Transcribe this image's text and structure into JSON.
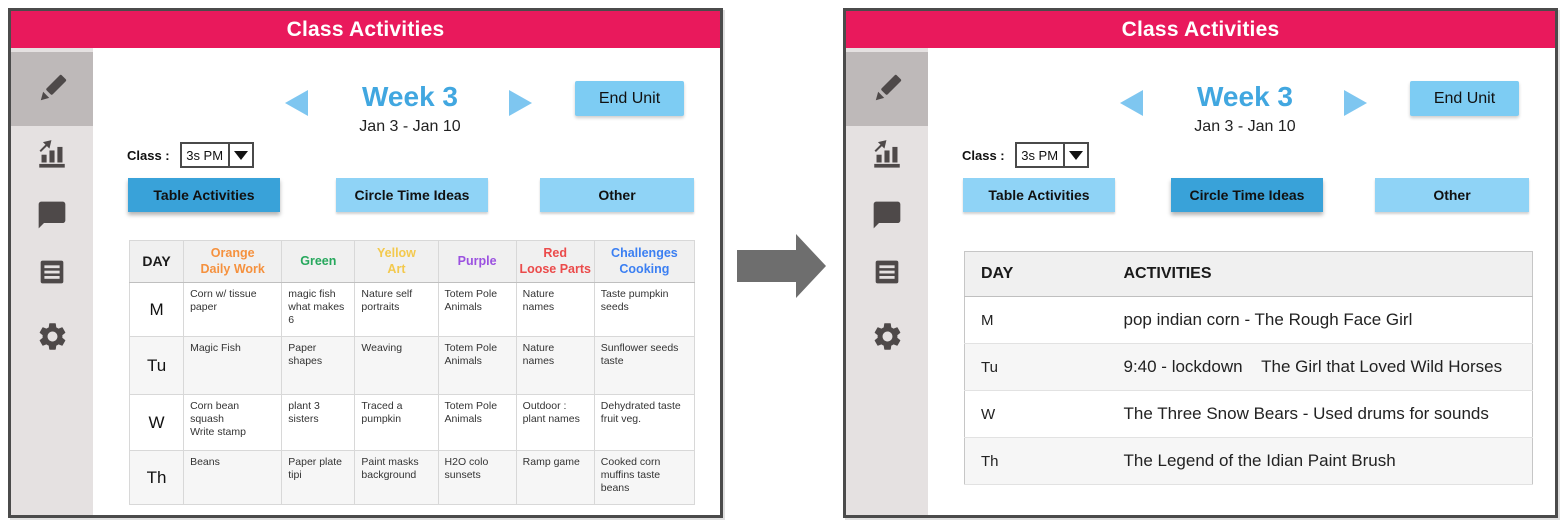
{
  "colors": {
    "titlebar_pink": "#E9195C",
    "week_blue": "#41A7E0",
    "nav_arrow_blue": "#7EC6F0",
    "button_light_blue": "#7DCCF3",
    "tab_unselected_blue": "#8FD3F6",
    "tab_selected_blue": "#39A2D9",
    "sidebar_gray": "#E5E1E1",
    "sidebar_selected_gray": "#BEB9B9",
    "icon_gray": "#4E4949",
    "column_orange": "#F5913E",
    "column_green": "#27A85D",
    "column_yellow": "#F3C94E",
    "column_purple": "#9B51E0",
    "column_red": "#EB4B4B",
    "column_blue": "#3B7FF2",
    "transition_arrow_gray": "#6E6E6E"
  },
  "sidebar": {
    "items": [
      {
        "icon": "pencil-edit",
        "selected": true
      },
      {
        "icon": "bar-chart-stats",
        "selected": false
      },
      {
        "icon": "chat-bubble",
        "selected": false
      },
      {
        "icon": "list-notes",
        "selected": false
      },
      {
        "icon": "gear-settings",
        "selected": false
      }
    ]
  },
  "left": {
    "title": "Class Activities",
    "week_label": "Week 3",
    "date_range": "Jan 3 - Jan 10",
    "end_unit_label": "End Unit",
    "class_label": "Class :",
    "class_value": "3s PM",
    "tabs": {
      "table": "Table Activities",
      "circle": "Circle Time Ideas",
      "other": "Other",
      "selected": "Table Activities"
    },
    "table": {
      "headers": {
        "day": "DAY",
        "orange": "Orange\nDaily Work",
        "green": "Green",
        "yellow": "Yellow\nArt",
        "purple": "Purple",
        "red": "Red\nLoose Parts",
        "challenges": "Challenges\nCooking"
      },
      "rows": [
        {
          "day": "M",
          "orange": "Corn w/ tissue paper",
          "green": "magic fish what makes 6",
          "yellow": "Nature self portraits",
          "purple": "Totem Pole Animals",
          "red": "Nature names",
          "challenges": "Taste pumpkin seeds"
        },
        {
          "day": "Tu",
          "orange": "Magic Fish",
          "green": "Paper shapes",
          "yellow": "Weaving",
          "purple": "Totem Pole Animals",
          "red": "Nature names",
          "challenges": "Sunflower seeds taste"
        },
        {
          "day": "W",
          "orange": "Corn bean squash\nWrite stamp",
          "green": "plant 3 sisters",
          "yellow": "Traced a pumpkin",
          "purple": "Totem Pole Animals",
          "red": "Outdoor : plant names",
          "challenges": "Dehydrated taste fruit veg."
        },
        {
          "day": "Th",
          "orange": "Beans",
          "green": "Paper plate tipi",
          "yellow": "Paint masks background",
          "purple": "H2O colo sunsets",
          "red": "Ramp game",
          "challenges": "Cooked corn muffins taste beans"
        }
      ]
    }
  },
  "right": {
    "title": "Class Activities",
    "week_label": "Week 3",
    "date_range": "Jan 3 - Jan 10",
    "end_unit_label": "End Unit",
    "class_label": "Class :",
    "class_value": "3s PM",
    "tabs": {
      "table": "Table Activities",
      "circle": "Circle Time Ideas",
      "other": "Other",
      "selected": "Circle Time Ideas"
    },
    "table": {
      "headers": {
        "day": "DAY",
        "activities": "ACTIVITIES"
      },
      "rows": [
        {
          "day": "M",
          "activity": "pop indian corn - The Rough Face Girl"
        },
        {
          "day": "Tu",
          "activity": "9:40 - lockdown    The Girl that Loved Wild Horses"
        },
        {
          "day": "W",
          "activity": "The Three Snow Bears - Used drums for sounds"
        },
        {
          "day": "Th",
          "activity": "The Legend of the Idian Paint Brush"
        }
      ]
    }
  }
}
